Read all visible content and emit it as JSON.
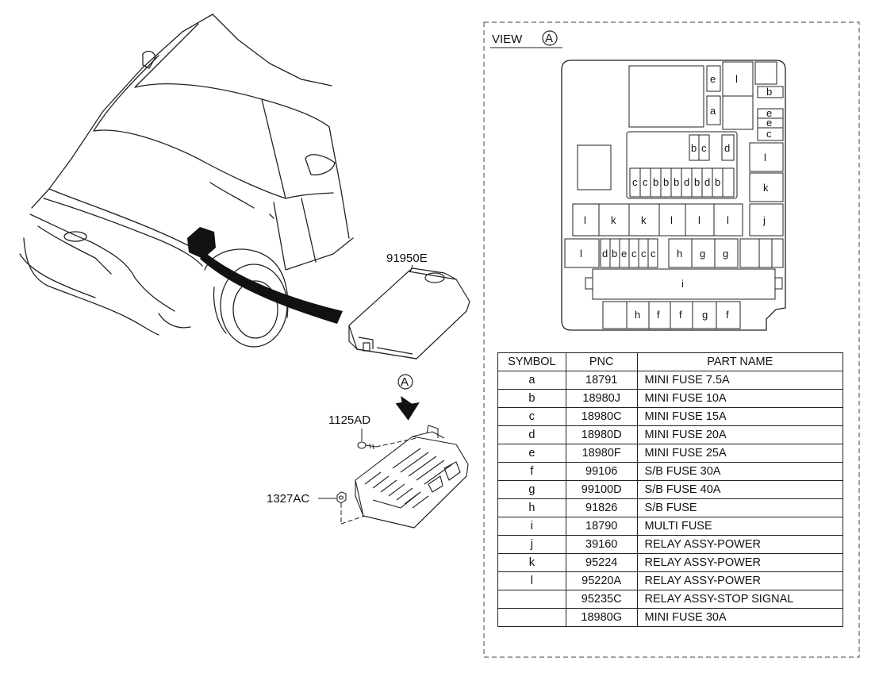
{
  "callouts": {
    "cover_part": "91950E",
    "screw_part": "1125AD",
    "nut_part": "1327AC",
    "view_marker": "A"
  },
  "view": {
    "title": "VIEW",
    "marker": "A"
  },
  "fuse_layout": {
    "labels_e_top": "e",
    "labels_a": "a",
    "labels_l_top": "l",
    "labels_b_right": "b",
    "labels_e1_right": "e",
    "labels_e2_right": "e",
    "labels_c_right": "c",
    "top_row": [
      "b",
      "c",
      "d"
    ],
    "mid_row": [
      "c",
      "c",
      "b",
      "b",
      "b",
      "d",
      "b",
      "d",
      "b"
    ],
    "right_l": "l",
    "right_k": "k",
    "relay_row": [
      "l",
      "k",
      "k",
      "l",
      "l",
      "l"
    ],
    "right_j": "j",
    "fuse_row": [
      "l",
      "d",
      "b",
      "e",
      "c",
      "c",
      "c",
      "h",
      "g",
      "g"
    ],
    "multi": "i",
    "bottom_row": [
      "h",
      "f",
      "f",
      "g",
      "f"
    ]
  },
  "table": {
    "headers": [
      "SYMBOL",
      "PNC",
      "PART NAME"
    ],
    "rows": [
      [
        "a",
        "18791",
        "MINI FUSE 7.5A"
      ],
      [
        "b",
        "18980J",
        "MINI FUSE 10A"
      ],
      [
        "c",
        "18980C",
        "MINI FUSE 15A"
      ],
      [
        "d",
        "18980D",
        "MINI FUSE 20A"
      ],
      [
        "e",
        "18980F",
        "MINI FUSE 25A"
      ],
      [
        "f",
        "99106",
        "S/B FUSE 30A"
      ],
      [
        "g",
        "99100D",
        "S/B FUSE 40A"
      ],
      [
        "h",
        "91826",
        "S/B FUSE"
      ],
      [
        "i",
        "18790",
        "MULTI FUSE"
      ],
      [
        "j",
        "39160",
        "RELAY ASSY-POWER"
      ],
      [
        "k",
        "95224",
        "RELAY ASSY-POWER"
      ],
      [
        "l",
        "95220A",
        "RELAY ASSY-POWER"
      ],
      [
        "",
        "95235C",
        "RELAY ASSY-STOP SIGNAL"
      ],
      [
        "",
        "18980G",
        "MINI FUSE 30A"
      ]
    ]
  }
}
